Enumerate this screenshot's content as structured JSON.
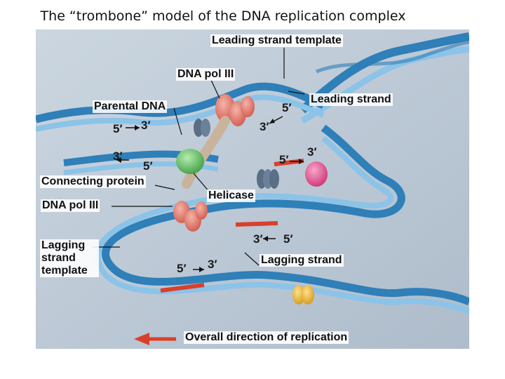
{
  "title": "The “trombone” model of the DNA replication complex",
  "labels": {
    "leading_template": "Leading strand template",
    "dna_pol_top": "DNA pol III",
    "leading_strand": "Leading strand",
    "parental_dna": "Parental DNA",
    "connecting_protein": "Connecting protein",
    "helicase": "Helicase",
    "dna_pol_bottom": "DNA pol III",
    "lagging_template": "Lagging strand template",
    "lagging_strand": "Lagging strand",
    "overall_direction": "Overall direction of replication"
  },
  "strand_ends": {
    "e1": "5′",
    "e2": "3′",
    "e3": "3′",
    "e4": "5′",
    "e5": "5′",
    "e6": "3′",
    "e7": "5′",
    "e8": "3′",
    "e9": "3′",
    "e10": "5′",
    "e11": "5′",
    "e12": "3′"
  },
  "colors": {
    "dna_blue": "#2f7fb8",
    "dna_light": "#8cc3e8",
    "polymerase": "#e07468",
    "helicase": "#5a6f86",
    "connector": "#c9b39c",
    "clamp_green": "#6fc26a",
    "new_strand": "#d9402a",
    "primase_pink": "#e0508a",
    "arrow_red": "#d9402a",
    "panel_bg": "#bcc8d4"
  },
  "icons": [
    "left-arrow-icon"
  ]
}
